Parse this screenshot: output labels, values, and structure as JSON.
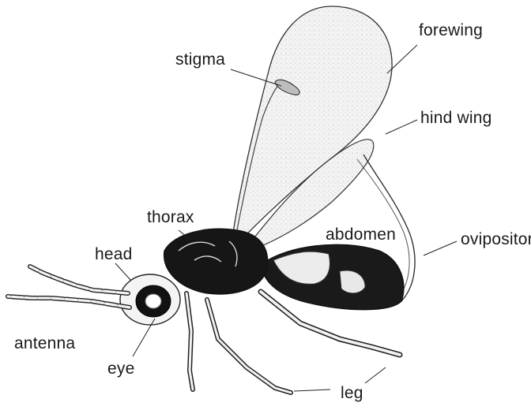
{
  "labels": {
    "forewing": "forewing",
    "stigma": "stigma",
    "hind_wing": "hind wing",
    "thorax": "thorax",
    "abdomen": "abdomen",
    "ovipositor": "ovipositor",
    "head": "head",
    "antenna": "antenna",
    "eye": "eye",
    "leg": "leg"
  },
  "colors": {
    "ink": "#1a1a1a",
    "body_dark": "#141414",
    "wing_fill": "#f2f2f2"
  }
}
